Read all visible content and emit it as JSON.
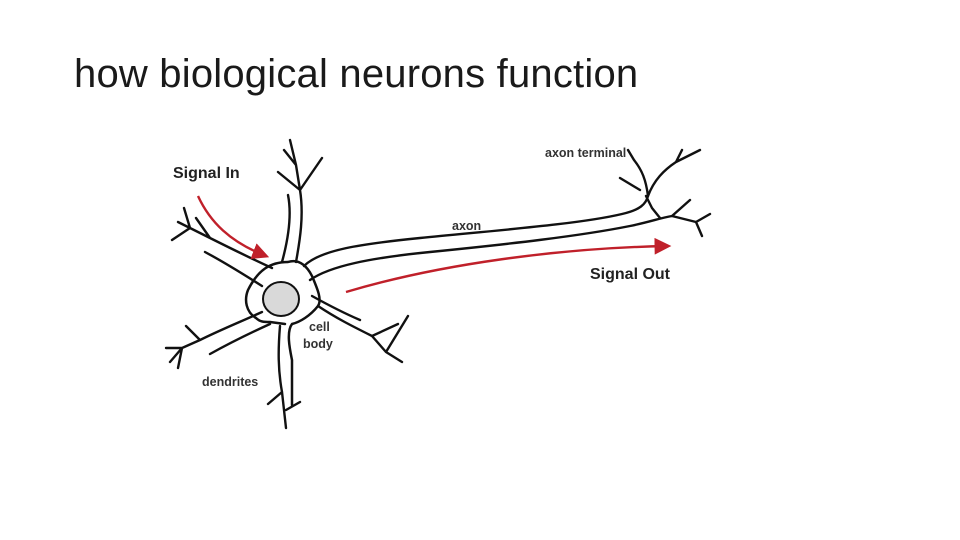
{
  "title": "how biological neurons function",
  "diagram": {
    "labels": {
      "signal_in": "Signal In",
      "signal_out": "Signal Out",
      "axon_terminal": "axon terminal",
      "axon": "axon",
      "cell": "cell",
      "body": "body",
      "dendrites": "dendrites"
    },
    "colors": {
      "arrow": "#c0202a",
      "outline": "#111111",
      "nucleus_fill": "#d9d9d9"
    }
  }
}
